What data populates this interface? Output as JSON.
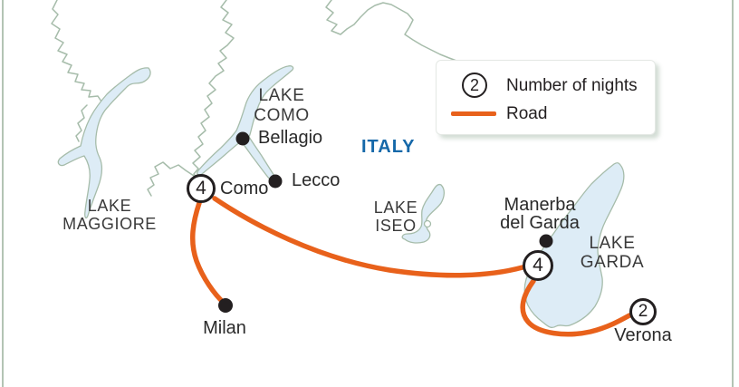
{
  "map": {
    "country_label": "ITALY",
    "legend": {
      "nights_symbol": "2",
      "nights_label": "Number of nights",
      "road_label": "Road"
    },
    "lakes": [
      {
        "id": "maggiore",
        "line1": "LAKE",
        "line2": "MAGGIORE"
      },
      {
        "id": "como",
        "line1": "LAKE",
        "line2": "COMO"
      },
      {
        "id": "iseo",
        "line1": "LAKE",
        "line2": "ISEO"
      },
      {
        "id": "garda",
        "line1": "LAKE",
        "line2": "GARDA"
      }
    ],
    "cities": [
      {
        "id": "bellagio",
        "name": "Bellagio"
      },
      {
        "id": "lecco",
        "name": "Lecco"
      },
      {
        "id": "milan",
        "name": "Milan"
      },
      {
        "id": "manerba",
        "name_line1": "Manerba",
        "name_line2": "del Garda"
      }
    ],
    "stops": [
      {
        "id": "como",
        "name": "Como",
        "nights": "4"
      },
      {
        "id": "lake-garda",
        "nights": "4"
      },
      {
        "id": "verona",
        "name": "Verona",
        "nights": "2"
      }
    ],
    "colors": {
      "road": "#e8611b",
      "water_fill": "#ddecf6",
      "map_line": "#a6bcaa",
      "country_label_color": "#1568a9",
      "text": "#231f20"
    }
  }
}
